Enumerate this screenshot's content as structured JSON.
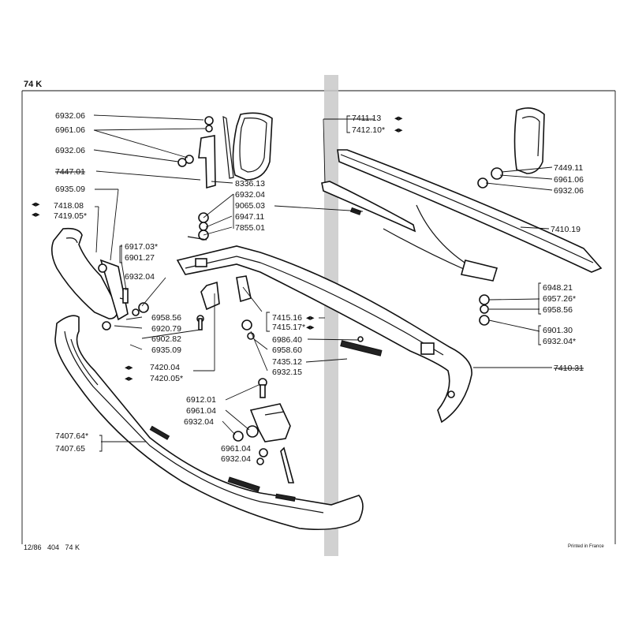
{
  "page": {
    "header": "74 K",
    "footer_left": "12/86   404   74 K",
    "footer_right": "Printed in France"
  },
  "labels": [
    {
      "id": "l01",
      "text": "6932.06"
    },
    {
      "id": "l02",
      "text": "6961.06"
    },
    {
      "id": "l03",
      "text": "6932.06"
    },
    {
      "id": "l04",
      "text": "7447.01"
    },
    {
      "id": "l05",
      "text": "8336.13"
    },
    {
      "id": "l06",
      "text": "6935.09"
    },
    {
      "id": "l07",
      "text": "6932.04"
    },
    {
      "id": "l08",
      "text": "9065.03"
    },
    {
      "id": "l09",
      "text": "7418.08"
    },
    {
      "id": "l10",
      "text": "7419.05*"
    },
    {
      "id": "l11",
      "text": "6947.11"
    },
    {
      "id": "l12",
      "text": "7855.01"
    },
    {
      "id": "l13",
      "text": "6917.03*"
    },
    {
      "id": "l14",
      "text": "6901.27"
    },
    {
      "id": "l15",
      "text": "6932.04"
    },
    {
      "id": "l16",
      "text": "6958.56"
    },
    {
      "id": "l17",
      "text": "6920.79"
    },
    {
      "id": "l18",
      "text": "6902.82"
    },
    {
      "id": "l19",
      "text": "6935.09"
    },
    {
      "id": "l20",
      "text": "7420.04"
    },
    {
      "id": "l21",
      "text": "7420.05*"
    },
    {
      "id": "l22",
      "text": "7415.16"
    },
    {
      "id": "l23",
      "text": "7415.17*"
    },
    {
      "id": "l24",
      "text": "6986.40"
    },
    {
      "id": "l25",
      "text": "6958.60"
    },
    {
      "id": "l26",
      "text": "7435.12"
    },
    {
      "id": "l27",
      "text": "6932.15"
    },
    {
      "id": "l28",
      "text": "6912.01"
    },
    {
      "id": "l29",
      "text": "6961.04"
    },
    {
      "id": "l30",
      "text": "6932.04"
    },
    {
      "id": "l31",
      "text": "6961.04"
    },
    {
      "id": "l32",
      "text": "6932.04"
    },
    {
      "id": "l33",
      "text": "7407.64*"
    },
    {
      "id": "l34",
      "text": "7407.65"
    },
    {
      "id": "l35",
      "text": "7411.13"
    },
    {
      "id": "l36",
      "text": "7412.10*"
    },
    {
      "id": "l37",
      "text": "7449.11"
    },
    {
      "id": "l38",
      "text": "6961.06"
    },
    {
      "id": "l39",
      "text": "6932.06"
    },
    {
      "id": "l40",
      "text": "7410.19"
    },
    {
      "id": "l41",
      "text": "6948.21"
    },
    {
      "id": "l42",
      "text": "6957.26*"
    },
    {
      "id": "l43",
      "text": "6958.56"
    },
    {
      "id": "l44",
      "text": "6901.30"
    },
    {
      "id": "l45",
      "text": "6932.04*"
    },
    {
      "id": "l46",
      "text": "7410.31"
    }
  ]
}
